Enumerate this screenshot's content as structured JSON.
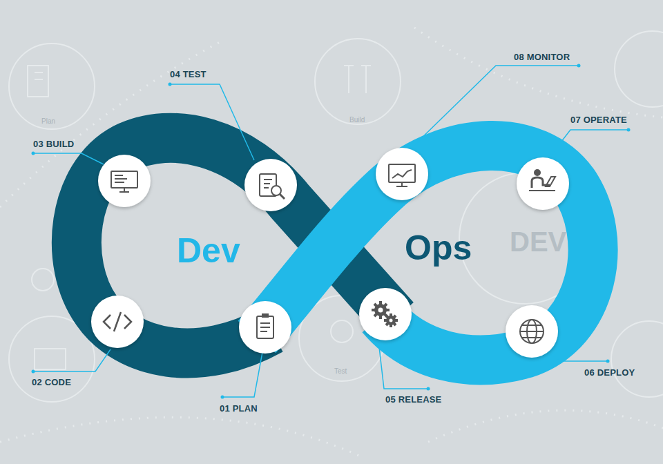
{
  "diagram": {
    "labels": [
      "08 MONITOR",
      "04 TEST",
      "07 OPERATE",
      "03 BUILD",
      "Dev",
      "Ops",
      "02 CODE",
      "06 DEPLOY",
      "01 PLAN",
      "05 RELEASE",
      "Plan",
      "Build",
      "Test",
      "DEV"
    ]
  }
}
